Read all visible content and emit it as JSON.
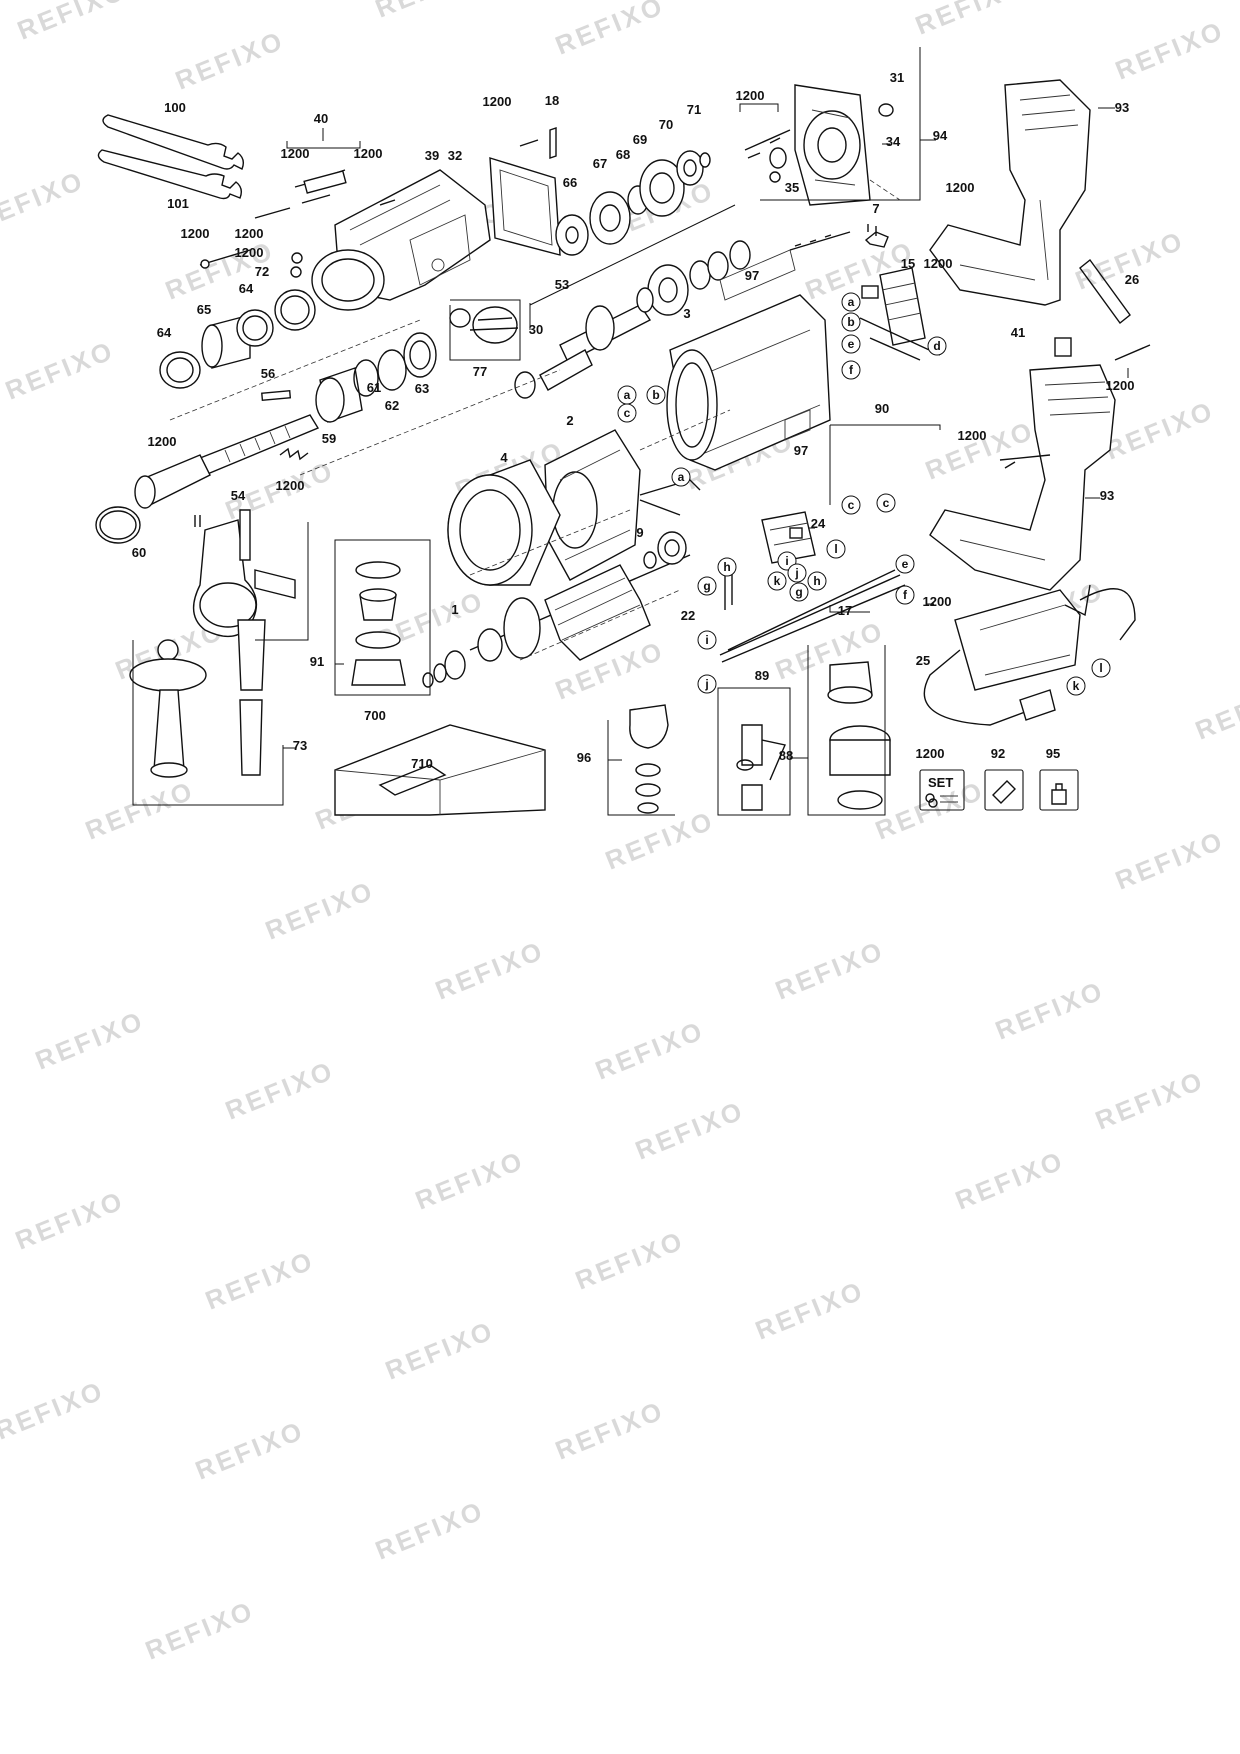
{
  "watermark": {
    "text": "REFIXO",
    "color": "#d9d9d9"
  },
  "callouts": {
    "c1": "1",
    "c2": "2",
    "c3": "3",
    "c4": "4",
    "c7": "7",
    "c9": "9",
    "c15": "15",
    "c17": "17",
    "c18": "18",
    "c22": "22",
    "c24": "24",
    "c25": "25",
    "c26": "26",
    "c30": "30",
    "c31": "31",
    "c32": "32",
    "c34": "34",
    "c35": "35",
    "c39": "39",
    "c40": "40",
    "c41": "41",
    "c53": "53",
    "c54": "54",
    "c56": "56",
    "c59": "59",
    "c60": "60",
    "c61": "61",
    "c62": "62",
    "c63": "63",
    "c64a": "64",
    "c64b": "64",
    "c65": "65",
    "c66": "66",
    "c67": "67",
    "c68": "68",
    "c69": "69",
    "c70": "70",
    "c71": "71",
    "c72": "72",
    "c73": "73",
    "c77": "77",
    "c88": "88",
    "c89": "89",
    "c90": "90",
    "c91": "91",
    "c92": "92",
    "c93a": "93",
    "c93b": "93",
    "c94": "94",
    "c95": "95",
    "c96": "96",
    "c97a": "97",
    "c97b": "97",
    "c100": "100",
    "c101": "101",
    "c700": "700",
    "c710": "710",
    "s1": "1200",
    "s2": "1200",
    "s3": "1200",
    "s4": "1200",
    "s5": "1200",
    "s6": "1200",
    "s7": "1200",
    "s8": "1200",
    "s9": "1200",
    "s10": "1200",
    "s11": "1200",
    "s12": "1200",
    "s13": "1200",
    "s14": "1200",
    "s15": "1200"
  },
  "letters": {
    "a1": "a",
    "b1": "b",
    "c1": "c",
    "a2": "a",
    "b2": "b",
    "c2": "c",
    "a3": "a",
    "d1": "d",
    "e1": "e",
    "f1": "f",
    "c3": "c",
    "e2": "e",
    "f2": "f",
    "g1": "g",
    "h1": "h",
    "i1": "i",
    "j1": "j",
    "g2": "g",
    "h2": "h",
    "i2": "i",
    "j2": "j",
    "k1": "k",
    "l1": "l",
    "k2": "k",
    "l2": "l"
  },
  "set_icon": {
    "label": "SET",
    "callout": "1200"
  },
  "colors": {
    "line": "#111111",
    "background": "#ffffff"
  }
}
